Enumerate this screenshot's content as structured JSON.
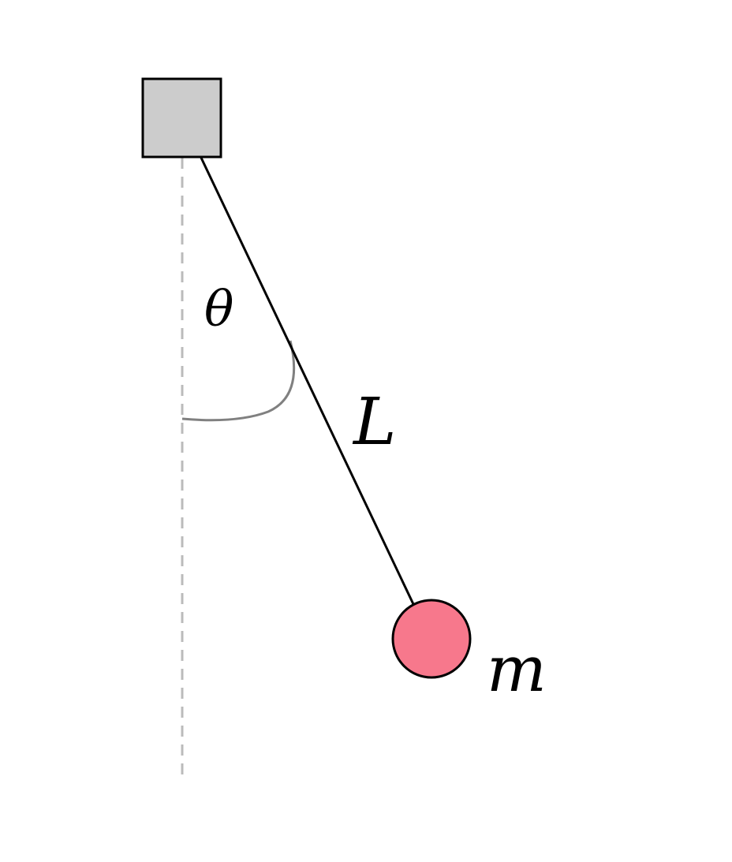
{
  "labels": {
    "angle": "θ",
    "length": "L",
    "mass": "m"
  },
  "colors": {
    "pivot_fill": "#cccccc",
    "bob_fill": "#f7788c",
    "rod": "#000000",
    "reference_line": "#bbbbbb",
    "angle_arc": "#808080"
  }
}
